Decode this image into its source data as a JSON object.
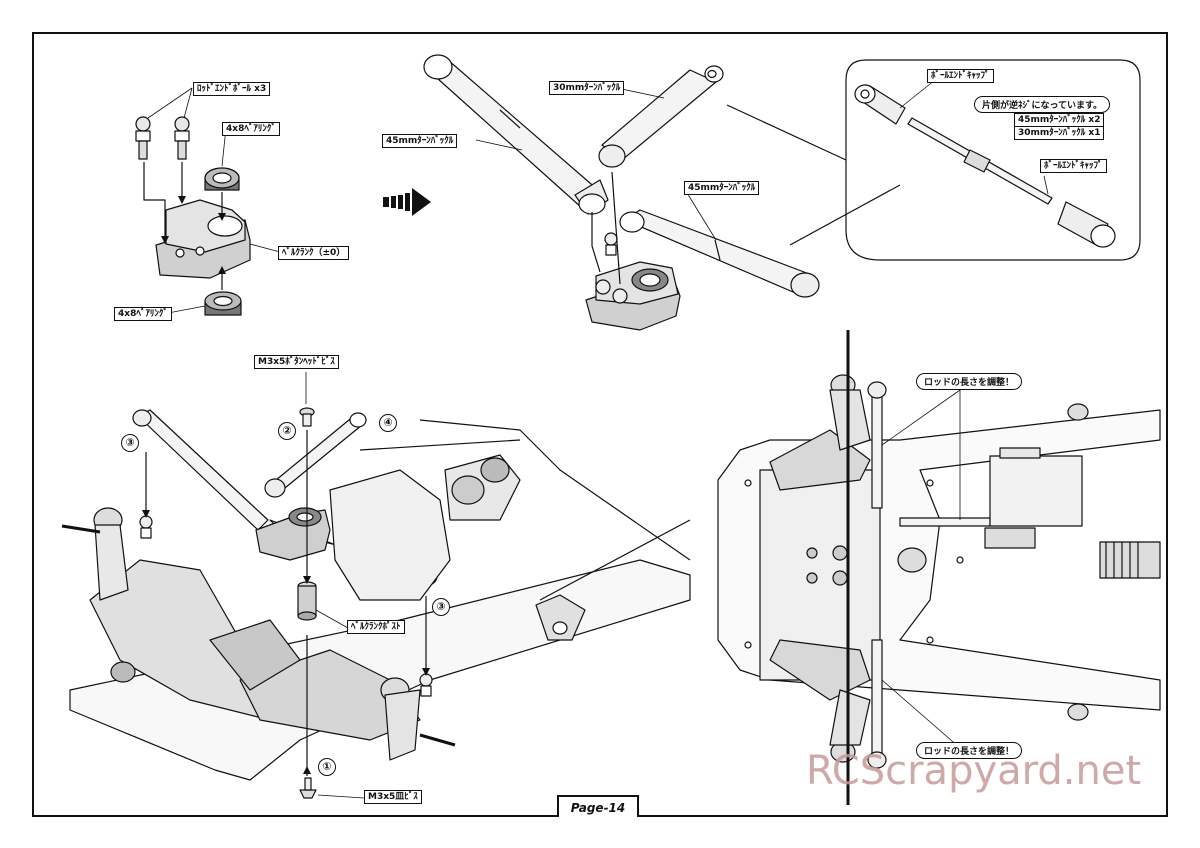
{
  "labels": {
    "rod_end_ball": "ﾛｯﾄﾞｴﾝﾄﾞﾎﾞｰﾙ x3",
    "bearing_top": "4x8ﾍﾞｱﾘﾝｸﾞ",
    "bell_crank": "ﾍﾞﾙｸﾗﾝｸ（±0）",
    "bearing_bottom": "4x8ﾍﾞｱﾘﾝｸﾞ",
    "turnbuckle_30": "30mmﾀｰﾝﾊﾞｯｸﾙ",
    "turnbuckle_45_left": "45mmﾀｰﾝﾊﾞｯｸﾙ",
    "turnbuckle_45_right": "45mmﾀｰﾝﾊﾞｯｸﾙ",
    "ball_end_cap_top": "ﾎﾞｰﾙｴﾝﾄﾞｷｬｯﾌﾟ",
    "reverse_thread": "片側が逆ﾈｼﾞになっています。",
    "turnbuckle_qty_45": "45mmﾀｰﾝﾊﾞｯｸﾙ x2",
    "turnbuckle_qty_30": "30mmﾀｰﾝﾊﾞｯｸﾙ x1",
    "ball_end_cap_bottom": "ﾎﾞｰﾙｴﾝﾄﾞｷｬｯﾌﾟ",
    "button_screw": "M3x5ﾎﾞﾀﾝﾍｯﾄﾞﾋﾞｽ",
    "bell_crank_post": "ﾍﾞﾙｸﾗﾝｸﾎﾟｽﾄ",
    "countersunk_screw": "M3x5皿ﾋﾞｽ",
    "adjust_rod_top": "ロッドの長さを調整！",
    "adjust_rod_bottom": "ロッドの長さを調整！"
  },
  "steps": {
    "s1": "①",
    "s2": "②",
    "s3_left": "③",
    "s3_right": "③",
    "s4": "④"
  },
  "page_label": "Page-14",
  "watermark": "RCScrapyard.net",
  "colors": {
    "line": "#111111",
    "part_fill": "#d8d8d8",
    "part_dark": "#9a9a9a",
    "watermark": "#c79a9a"
  }
}
